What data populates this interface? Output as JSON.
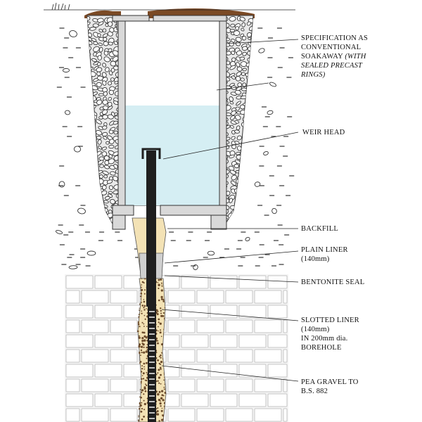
{
  "labels": {
    "spec_l1": "SPECIFICATION AS",
    "spec_l2": "CONVENTIONAL",
    "spec_l3a": "SOAKAWAY",
    "spec_l3b": "(WITH",
    "spec_l4": "SEALED PRECAST",
    "spec_l5": "RINGS)",
    "weir_head": "WEIR HEAD",
    "backfill": "BACKFILL",
    "plain_l1": "PLAIN LINER",
    "plain_l2": "(140mm)",
    "bentonite": "BENTONITE SEAL",
    "slotted_l1": "SLOTTED LINER",
    "slotted_l2": "(140mm)",
    "slotted_l3": "IN 200mm dia.",
    "slotted_l4": "BOREHOLE",
    "pea_l1": "PEA GRAVEL TO",
    "pea_l2": "B.S. 882"
  },
  "colors": {
    "topsoil": "#7b4a25",
    "stone_fill": "#e9e9e9",
    "ring": "#d9d9d9",
    "water": "#d5eef3",
    "backfill": "#f3e2b5",
    "brick": "#f4f4f4",
    "liner": "#1f1f1f",
    "line": "#222222"
  }
}
